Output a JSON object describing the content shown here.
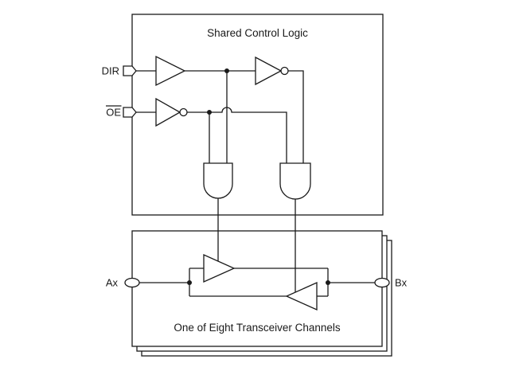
{
  "diagram": {
    "top_box_title": "Shared Control Logic",
    "bottom_box_title": "One of Eight Transceiver Channels",
    "labels": {
      "dir": "DIR",
      "oe": "OE",
      "ax": "Ax",
      "bx": "Bx"
    },
    "colors": {
      "line": "#1a1a1a",
      "background": "#ffffff"
    }
  }
}
